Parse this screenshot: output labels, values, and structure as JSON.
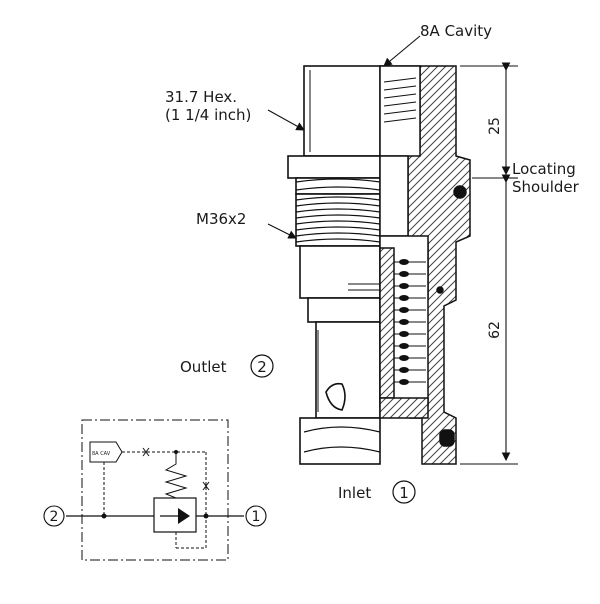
{
  "callouts": {
    "cavity": "8A Cavity",
    "hex_line1": "31.7 Hex.",
    "hex_line2": "(1 1/4 inch)",
    "thread": "M36x2",
    "locating_line1": "Locating",
    "locating_line2": "Shoulder"
  },
  "dimensions": {
    "upper": "25",
    "lower": "62"
  },
  "ports": {
    "outlet_label": "Outlet",
    "outlet_number": "2",
    "inlet_label": "Inlet",
    "inlet_number": "1"
  },
  "schematic": {
    "cavity_tag": "8A CAV",
    "port_left": "2",
    "port_right": "1"
  }
}
